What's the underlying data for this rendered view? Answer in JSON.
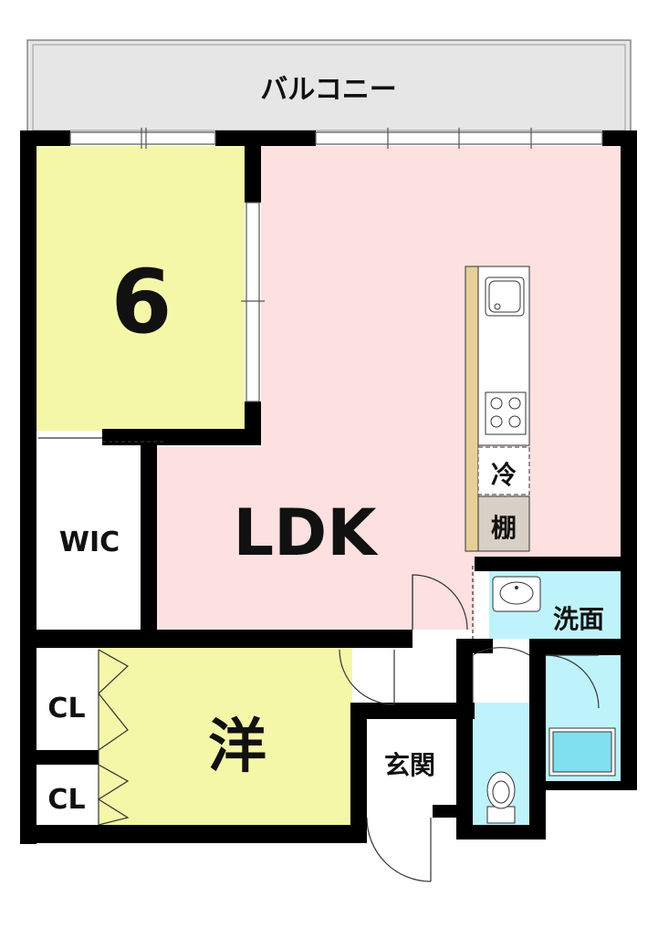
{
  "floorplan": {
    "balcony_label": "バルコニー",
    "rooms": {
      "western_room_size": "6",
      "ldk": "LDK",
      "wic": "WIC",
      "yo": "洋",
      "closet_top": "CL",
      "closet_bottom": "CL",
      "genkan": "玄関",
      "senmen": "洗面",
      "fridge": "冷",
      "shelf": "棚"
    },
    "colors": {
      "wall": "#000000",
      "balcony": "#e6e6e6",
      "room_6": "#f5f7a8",
      "ldk": "#fde0e0",
      "yo": "#f5f7a8",
      "wet_area": "#bff3fb",
      "storage": "#ffffff",
      "counter": "#e6cf98",
      "shelf": "#d8d0c6"
    }
  }
}
